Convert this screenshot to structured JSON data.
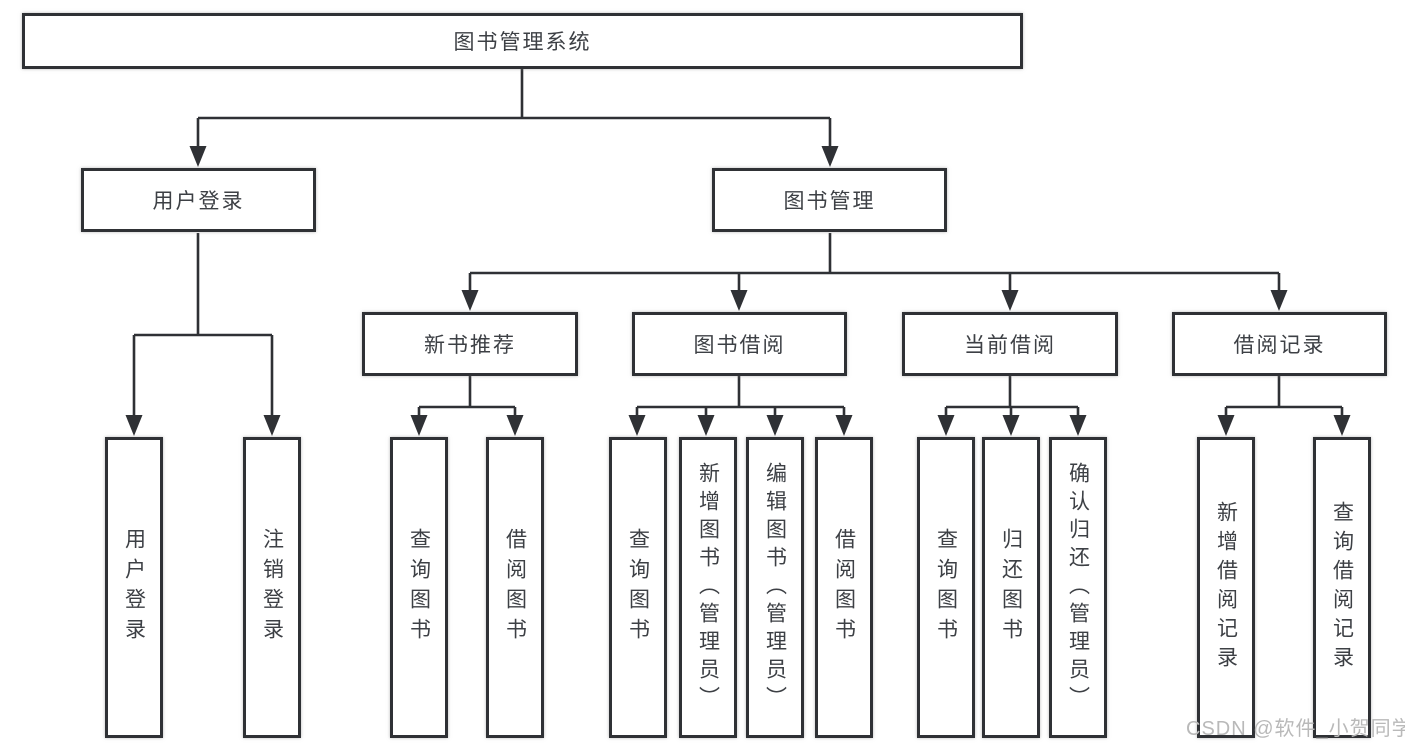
{
  "colors": {
    "line": "#2f3135",
    "box_border": "#2f3135",
    "text": "#3d4045",
    "watermark": "#b9b9b9",
    "background": "#ffffff"
  },
  "tree": {
    "root": "图书管理系统",
    "branches": [
      {
        "label": "用户登录",
        "children": [
          "用户登录",
          "注销登录"
        ]
      },
      {
        "label": "图书管理",
        "children": [
          {
            "label": "新书推荐",
            "children": [
              "查询图书",
              "借阅图书"
            ]
          },
          {
            "label": "图书借阅",
            "children": [
              "查询图书",
              "新增图书（管理员）",
              "编辑图书（管理员）",
              "借阅图书"
            ]
          },
          {
            "label": "当前借阅",
            "children": [
              "查询图书",
              "归还图书",
              "确认归还（管理员）"
            ]
          },
          {
            "label": "借阅记录",
            "children": [
              "新增借阅记录",
              "查询借阅记录"
            ]
          }
        ]
      }
    ]
  },
  "watermark": {
    "text": "CSDN @软件_小贺同学"
  }
}
